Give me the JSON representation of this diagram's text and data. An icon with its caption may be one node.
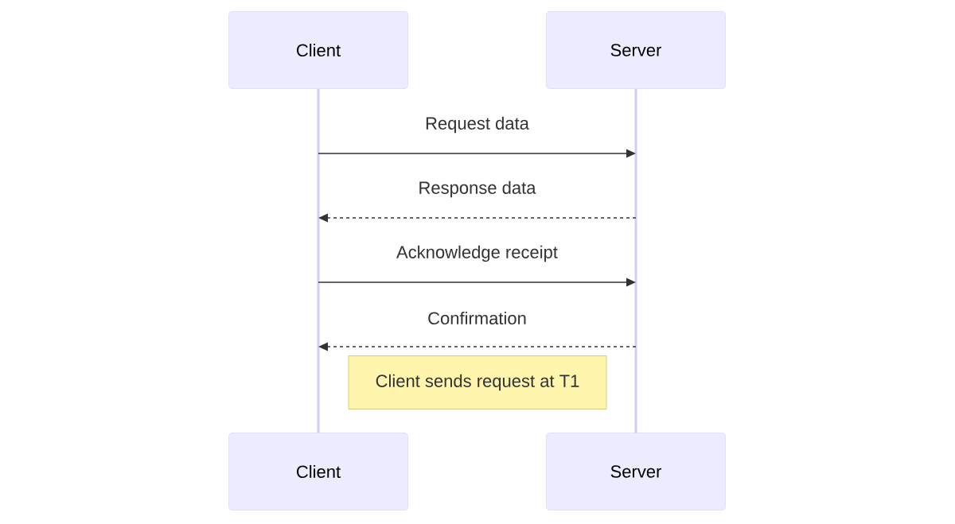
{
  "diagram": {
    "nodes": [
      {
        "text": [
          "Client"
        ]
      },
      {
        "text": [
          "Server"
        ]
      },
      {
        "text": [
          "Client"
        ]
      },
      {
        "text": [
          "Server"
        ]
      },
      {
        "text": [
          "Client sends request at T1"
        ]
      },
      {
        "text": [],
        "shape": "bar"
      },
      {
        "text": [],
        "shape": "bar"
      }
    ],
    "edges": [
      {
        "from": 5,
        "to": 6,
        "arrow": "to",
        "label": "Request data"
      },
      {
        "from": 6,
        "to": 5,
        "arrow": "to",
        "label": "Response data",
        "style": "dashed"
      },
      {
        "from": 5,
        "to": 6,
        "arrow": "to",
        "label": "Acknowledge receipt"
      },
      {
        "from": 6,
        "to": 5,
        "arrow": "to",
        "label": "Confirmation",
        "style": "dashed"
      }
    ]
  }
}
